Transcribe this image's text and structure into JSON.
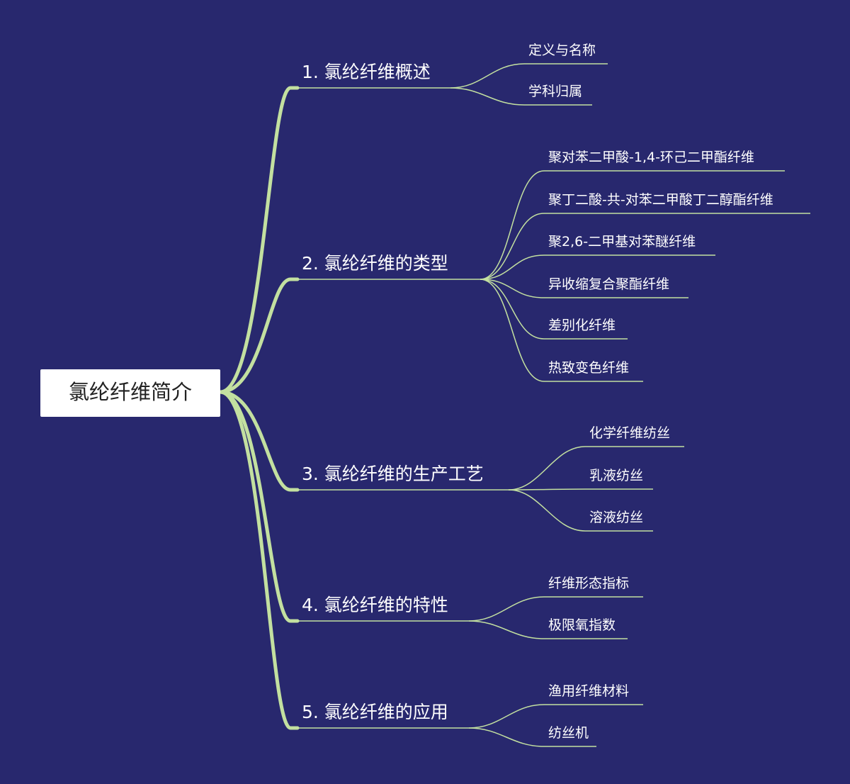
{
  "root": {
    "label": "氯纶纤维简介"
  },
  "branches": [
    {
      "label": "1. 氯纶纤维概述",
      "children": [
        "定义与名称",
        "学科归属"
      ]
    },
    {
      "label": "2. 氯纶纤维的类型",
      "children": [
        "聚对苯二甲酸-1,4-环己二甲酯纤维",
        "聚丁二酸-共-对苯二甲酸丁二醇酯纤维",
        "聚2,6-二甲基对苯醚纤维",
        "异收缩复合聚酯纤维",
        "差别化纤维",
        "热致变色纤维"
      ]
    },
    {
      "label": "3. 氯纶纤维的生产工艺",
      "children": [
        "化学纤维纺丝",
        "乳液纺丝",
        "溶液纺丝"
      ]
    },
    {
      "label": "4. 氯纶纤维的特性",
      "children": [
        "纤维形态指标",
        "极限氧指数"
      ]
    },
    {
      "label": "5. 氯纶纤维的应用",
      "children": [
        "渔用纤维材料",
        "纺丝机"
      ]
    }
  ],
  "colors": {
    "background": "#28286e",
    "branch_line": "#c3e0a0",
    "leaf_line": "#c3e0a0",
    "text": "#ffffff",
    "root_box": "#ffffff",
    "root_text": "#222222"
  }
}
